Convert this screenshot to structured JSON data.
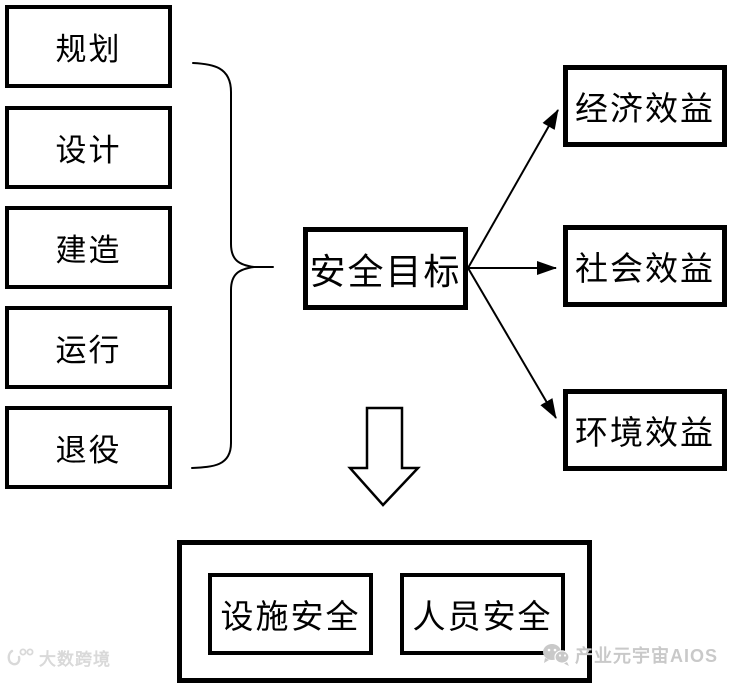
{
  "colors": {
    "line": "#000000",
    "box_border": "#000000",
    "background": "#ffffff",
    "watermark_left": "#d9d9d9",
    "watermark_right": "#c9c9c9"
  },
  "lifecycle": {
    "items": [
      {
        "label": "规划"
      },
      {
        "label": "设计"
      },
      {
        "label": "建造"
      },
      {
        "label": "运行"
      },
      {
        "label": "退役"
      }
    ]
  },
  "center": {
    "label": "安全目标"
  },
  "benefits": {
    "items": [
      {
        "label": "经济效益"
      },
      {
        "label": "社会效益"
      },
      {
        "label": "环境效益"
      }
    ]
  },
  "outcomes": {
    "items": [
      {
        "label": "设施安全"
      },
      {
        "label": "人员安全"
      }
    ]
  },
  "watermarks": {
    "bottom_left": {
      "text": "大数跨境",
      "icon": "dashu-logo-icon"
    },
    "bottom_right": {
      "text": "产业元宇宙AIOS",
      "icon": "wechat-icon"
    }
  }
}
